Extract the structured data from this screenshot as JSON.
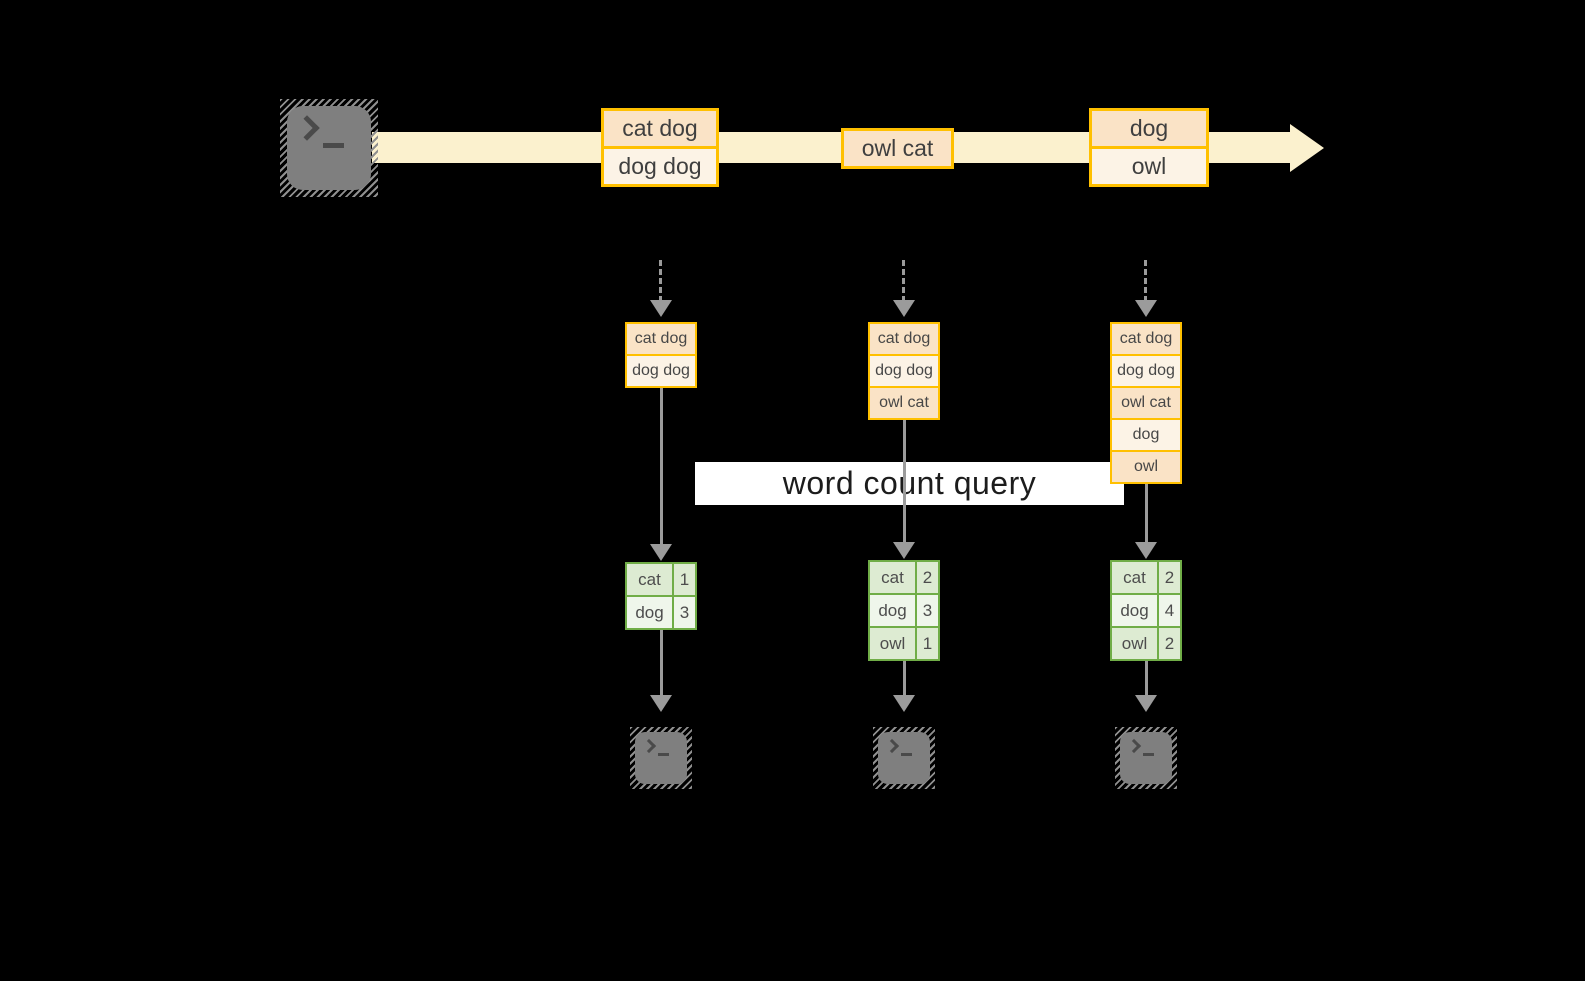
{
  "diagram": {
    "query_label": "word count query",
    "stream": {
      "source_icon": "terminal-icon",
      "batches": [
        {
          "lines": [
            "cat dog",
            "dog dog"
          ]
        },
        {
          "lines": [
            "owl cat"
          ]
        },
        {
          "lines": [
            "dog",
            "owl"
          ]
        }
      ]
    },
    "columns": [
      {
        "input_lines": [
          "cat dog",
          "dog dog"
        ],
        "counts": [
          [
            "cat",
            "1"
          ],
          [
            "dog",
            "3"
          ]
        ],
        "sink_icon": "terminal-icon"
      },
      {
        "input_lines": [
          "cat dog",
          "dog dog",
          "owl cat"
        ],
        "counts": [
          [
            "cat",
            "2"
          ],
          [
            "dog",
            "3"
          ],
          [
            "owl",
            "1"
          ]
        ],
        "sink_icon": "terminal-icon"
      },
      {
        "input_lines": [
          "cat dog",
          "dog dog",
          "owl cat",
          "dog",
          "owl"
        ],
        "counts": [
          [
            "cat",
            "2"
          ],
          [
            "dog",
            "4"
          ],
          [
            "owl",
            "2"
          ]
        ],
        "sink_icon": "terminal-icon"
      }
    ],
    "colors": {
      "background": "#000000",
      "stream_band": "#FBF1CE",
      "box_border": "#FFC000",
      "box_fill_dark": "#FAE3C6",
      "box_fill_light": "#FCF3E6",
      "table_border": "#70AD47",
      "table_fill_dark": "#DDEBD2",
      "table_fill_light": "#EFF6EB",
      "connector": "#9B9B9B",
      "terminal": "#7F7F7F"
    }
  }
}
